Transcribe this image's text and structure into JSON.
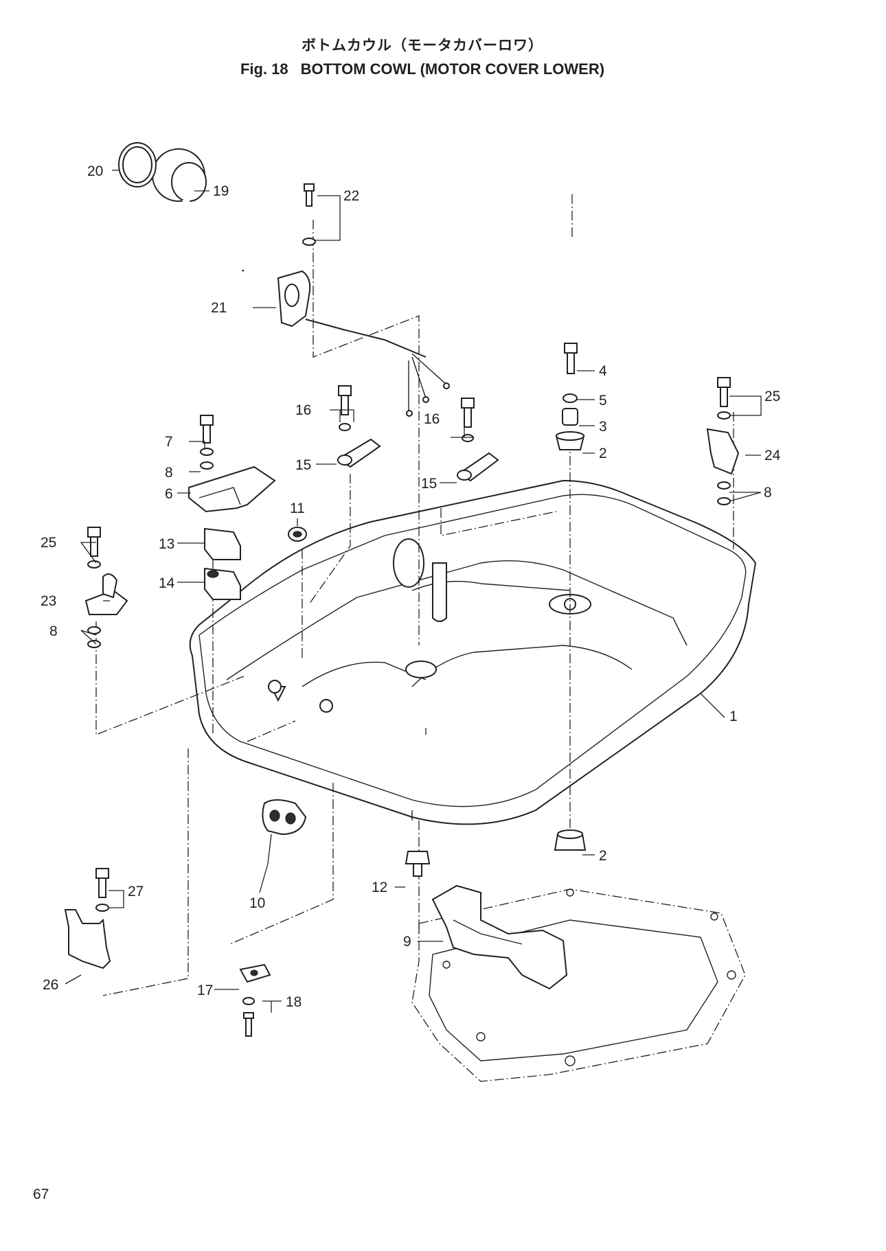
{
  "header": {
    "title_jp": "ボトムカウル（モータカバーロワ）",
    "fig_label": "Fig. 18",
    "title_en": "BOTTOM COWL (MOTOR COVER LOWER)"
  },
  "callouts": {
    "c1": "1",
    "c2a": "2",
    "c2b": "2",
    "c3": "3",
    "c4": "4",
    "c5": "5",
    "c6": "6",
    "c7": "7",
    "c8a": "8",
    "c8b": "8",
    "c8c": "8",
    "c9": "9",
    "c10": "10",
    "c11": "11",
    "c12": "12",
    "c13": "13",
    "c14": "14",
    "c15a": "15",
    "c15b": "15",
    "c16a": "16",
    "c16b": "16",
    "c17": "17",
    "c18": "18",
    "c19": "19",
    "c20": "20",
    "c21": "21",
    "c22": "22",
    "c23": "23",
    "c24": "24",
    "c25a": "25",
    "c25b": "25",
    "c26": "26",
    "c27": "27"
  },
  "footer": {
    "page_number": "67"
  }
}
